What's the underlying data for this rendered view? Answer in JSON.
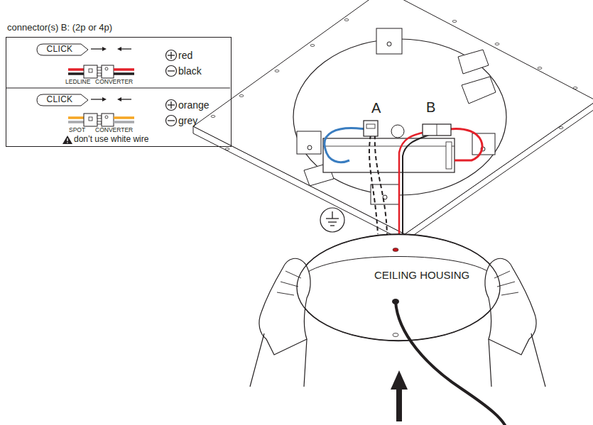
{
  "diagram": {
    "nodes": [
      {
        "text": [
          "connector(s) B: (2p or 4p)"
        ]
      },
      {
        "text": [
          "CLICK"
        ],
        "in": 0
      },
      {
        "text": [
          "CLICK"
        ],
        "in": 0
      },
      {
        "text": [
          "CEILING HOUSING"
        ]
      }
    ],
    "labels": [
      "A",
      "B",
      "red",
      "black",
      "LEDLINE",
      "CONVERTER",
      "orange",
      "grey",
      "SPOT",
      "CONVERTER",
      "don’t use white wire"
    ]
  }
}
